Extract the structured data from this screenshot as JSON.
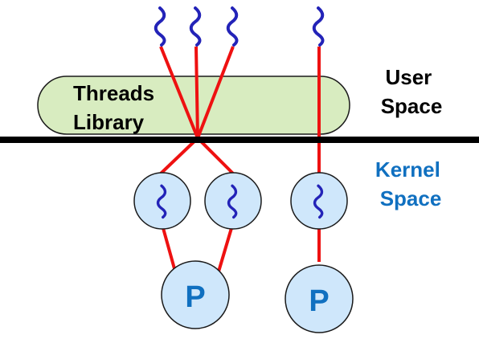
{
  "library": {
    "line1": "Threads",
    "line2": "Library"
  },
  "user_space": {
    "line1": "User",
    "line2": "Space"
  },
  "kernel_space": {
    "line1": "Kernel",
    "line2": "Space"
  },
  "processor_label": "P",
  "colors": {
    "library_fill": "#d8ecc0",
    "library_stroke": "#1a1a1a",
    "node_fill": "#cfe7fb",
    "node_stroke": "#1a1a1a",
    "connector": "#ee1111",
    "thread_squiggle": "#2323b8",
    "boundary": "#000000",
    "user_text": "#000000",
    "kernel_text": "#1070c0",
    "processor_text": "#1070c0"
  }
}
